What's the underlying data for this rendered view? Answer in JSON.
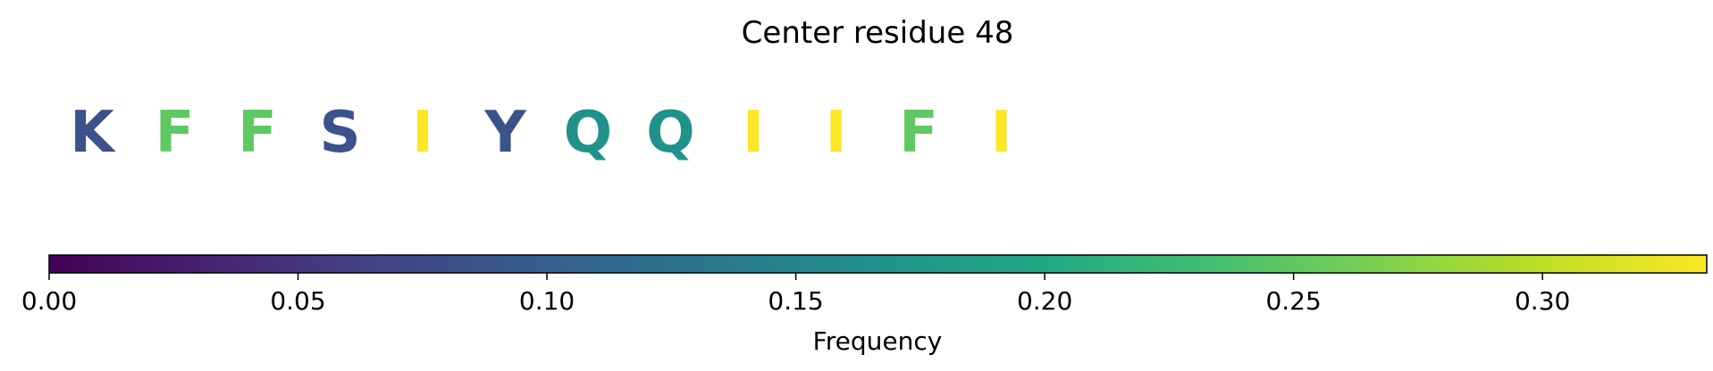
{
  "chart_data": {
    "type": "heatmap",
    "title": "Center residue 48",
    "residues": [
      "K",
      "F",
      "F",
      "S",
      "I",
      "Y",
      "Q",
      "Q",
      "I",
      "I",
      "F",
      "I"
    ],
    "colorbar": {
      "colormap": "viridis",
      "label": "Frequency",
      "range": [
        0.0,
        0.333
      ],
      "ticks": [
        0.0,
        0.05,
        0.1,
        0.15,
        0.2,
        0.25,
        0.3
      ],
      "tick_labels": [
        "0.00",
        "0.05",
        "0.10",
        "0.15",
        "0.20",
        "0.25",
        "0.30"
      ]
    },
    "residue_colors": {
      "K": "#3b528b",
      "F": "#5ec962",
      "S": "#3b528b",
      "I": "#fde725",
      "Y": "#3b528b",
      "Q": "#21918c"
    }
  }
}
